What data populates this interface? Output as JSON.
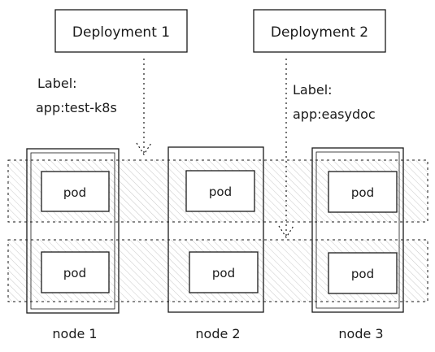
{
  "deployments": [
    {
      "title": "Deployment 1",
      "label_heading": "Label:",
      "label_value": "app:test-k8s"
    },
    {
      "title": "Deployment 2",
      "label_heading": "Label:",
      "label_value": "app:easydoc"
    }
  ],
  "pod_label": "pod",
  "nodes": [
    {
      "name": "node 1"
    },
    {
      "name": "node 2"
    },
    {
      "name": "node 3"
    }
  ]
}
